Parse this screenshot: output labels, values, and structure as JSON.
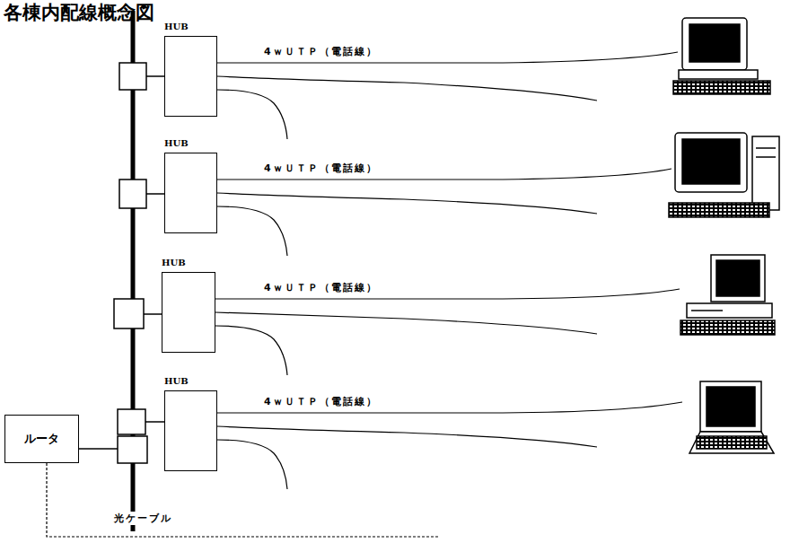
{
  "diagram": {
    "title": "各棟内配線概念図",
    "nodes": [
      {
        "text": [
          "HUB"
        ]
      },
      {
        "text": [
          "HUB"
        ]
      },
      {
        "text": [
          "HUB"
        ]
      },
      {
        "text": [
          "HUB"
        ]
      },
      {
        "text": [
          "ルータ"
        ]
      }
    ],
    "labels": [
      "4ｗＵＴＰ（電話線）",
      "4ｗＵＴＰ（電話線）",
      "4ｗＵＴＰ（電話線）",
      "4ｗＵＴＰ（電話線）",
      "光ケーブル"
    ]
  }
}
